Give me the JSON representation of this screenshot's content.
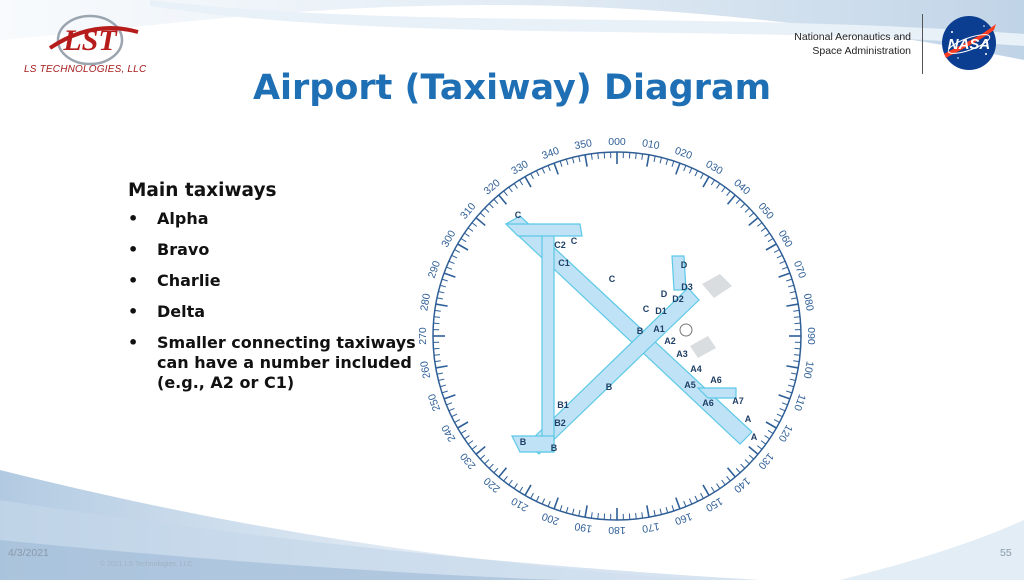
{
  "header": {
    "company_logo_text": "LS TECHNOLOGIES, LLC",
    "company_monogram": "LST",
    "agency_name_line1": "National Aeronautics and",
    "agency_name_line2": "Space Administration",
    "agency_logo_text": "NASA"
  },
  "slide": {
    "title": "Airport (Taxiway) Diagram",
    "heading": "Main taxiways",
    "bullets": [
      "Alpha",
      "Bravo",
      "Charlie",
      "Delta",
      "Smaller connecting taxiways can have a number included (e.g., A2 or C1)"
    ],
    "bullet_char": "•"
  },
  "diagram": {
    "compass_labels": [
      "000",
      "010",
      "020",
      "030",
      "040",
      "050",
      "060",
      "070",
      "080",
      "090",
      "100",
      "110",
      "120",
      "130",
      "140",
      "150",
      "160",
      "170",
      "180",
      "190",
      "200",
      "210",
      "220",
      "230",
      "240",
      "250",
      "260",
      "270",
      "280",
      "290",
      "300",
      "310",
      "320",
      "330",
      "340",
      "350"
    ],
    "taxiway_labels": [
      {
        "text": "C"
      },
      {
        "text": "C"
      },
      {
        "text": "C2"
      },
      {
        "text": "C1"
      },
      {
        "text": "C"
      },
      {
        "text": "C"
      },
      {
        "text": "D"
      },
      {
        "text": "D3"
      },
      {
        "text": "D"
      },
      {
        "text": "D2"
      },
      {
        "text": "D1"
      },
      {
        "text": "A1"
      },
      {
        "text": "A2"
      },
      {
        "text": "A3"
      },
      {
        "text": "A4"
      },
      {
        "text": "A5"
      },
      {
        "text": "A6"
      },
      {
        "text": "A6"
      },
      {
        "text": "A7"
      },
      {
        "text": "A"
      },
      {
        "text": "A"
      },
      {
        "text": "B"
      },
      {
        "text": "B"
      },
      {
        "text": "B1"
      },
      {
        "text": "B2"
      },
      {
        "text": "B"
      },
      {
        "text": "B"
      }
    ],
    "colors": {
      "compass": "#2f5f96",
      "taxiway": "#bfe2f6",
      "taxiway_edge": "#5cc9e6",
      "label": "#1f3f66"
    }
  },
  "footer": {
    "date": "4/3/2021",
    "copyright": "© 2021 LS Technologies, LLC",
    "page_number": "55"
  }
}
